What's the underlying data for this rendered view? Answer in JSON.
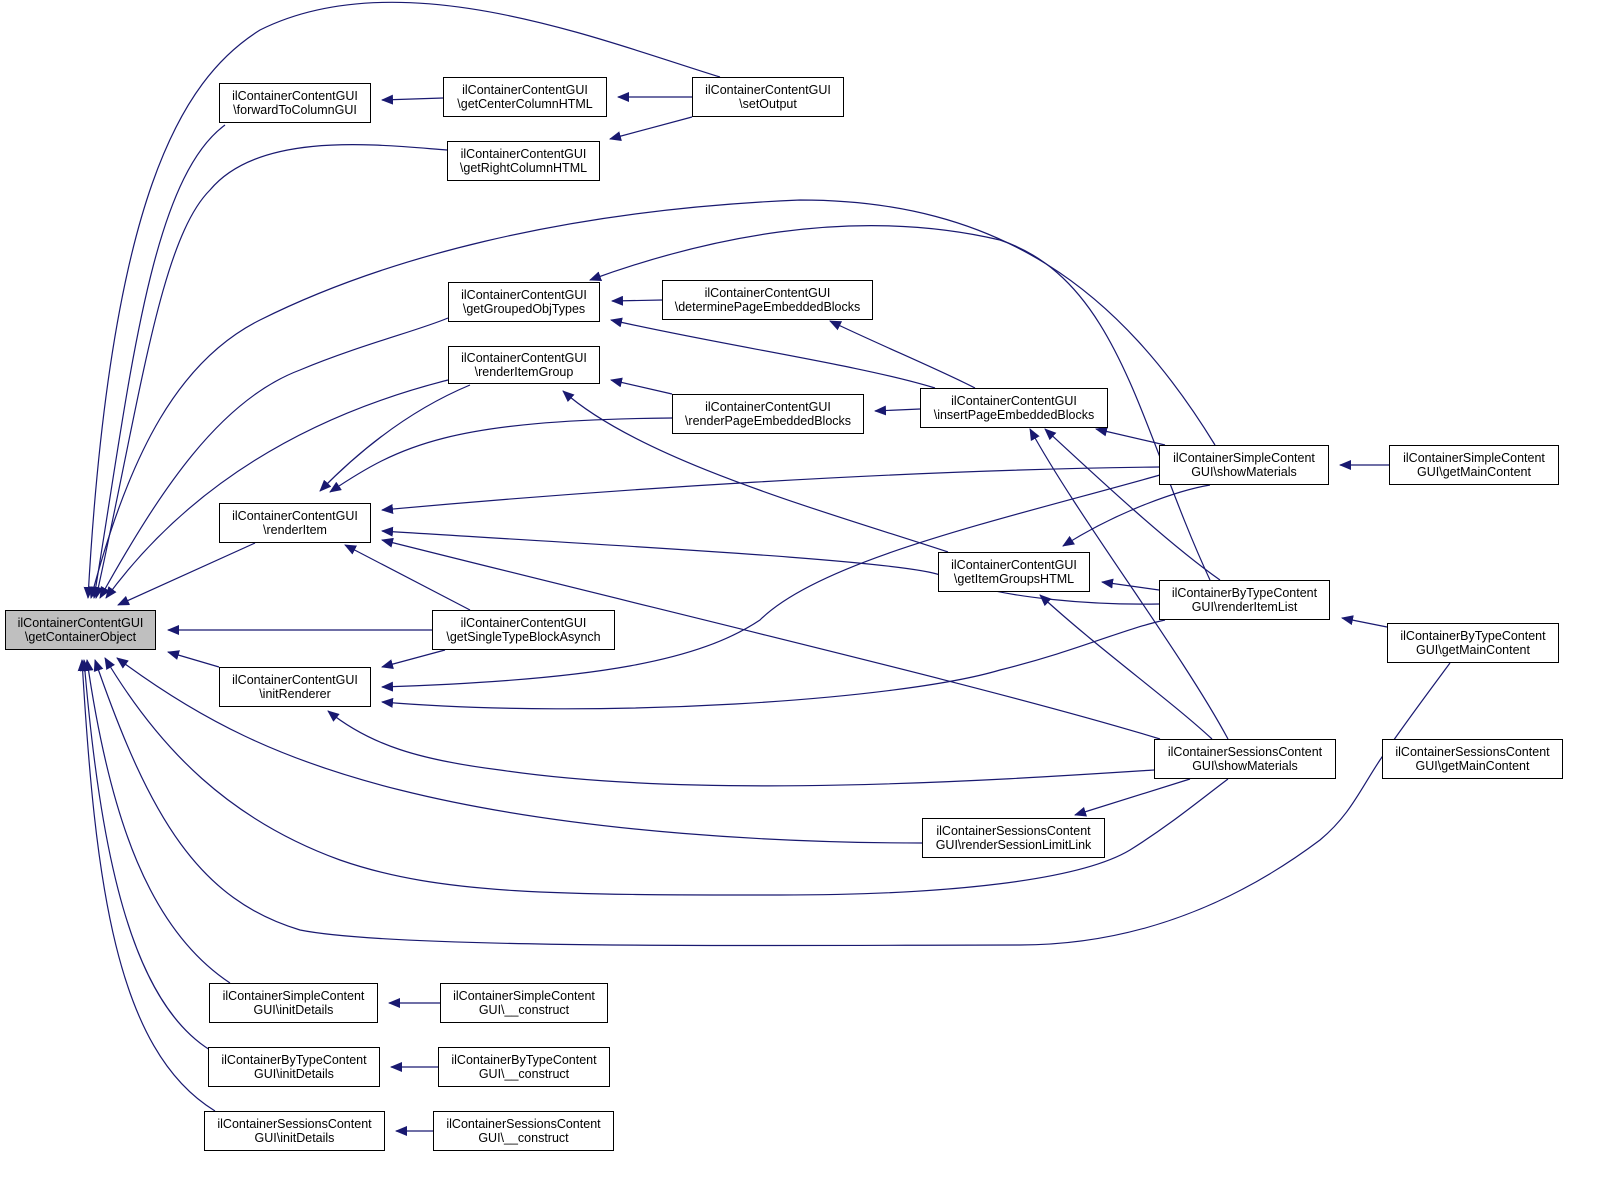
{
  "nodes": {
    "root": [
      "ilContainerContentGUI",
      "\\getContainerObject"
    ],
    "forward": [
      "ilContainerContentGUI",
      "\\forwardToColumnGUI"
    ],
    "center": [
      "ilContainerContentGUI",
      "\\getCenterColumnHTML"
    ],
    "setoutput": [
      "ilContainerContentGUI",
      "\\setOutput"
    ],
    "right": [
      "ilContainerContentGUI",
      "\\getRightColumnHTML"
    ],
    "grouped": [
      "ilContainerContentGUI",
      "\\getGroupedObjTypes"
    ],
    "determine": [
      "ilContainerContentGUI",
      "\\determinePageEmbeddedBlocks"
    ],
    "rendergroup": [
      "ilContainerContentGUI",
      "\\renderItemGroup"
    ],
    "renderpage": [
      "ilContainerContentGUI",
      "\\renderPageEmbeddedBlocks"
    ],
    "insert": [
      "ilContainerContentGUI",
      "\\insertPageEmbeddedBlocks"
    ],
    "renderitem": [
      "ilContainerContentGUI",
      "\\renderItem"
    ],
    "simpleshow": [
      "ilContainerSimpleContent",
      "GUI\\showMaterials"
    ],
    "simplemain": [
      "ilContainerSimpleContent",
      "GUI\\getMainContent"
    ],
    "itemgroups": [
      "ilContainerContentGUI",
      "\\getItemGroupsHTML"
    ],
    "bytypelist": [
      "ilContainerByTypeContent",
      "GUI\\renderItemList"
    ],
    "single": [
      "ilContainerContentGUI",
      "\\getSingleTypeBlockAsynch"
    ],
    "bytypemain": [
      "ilContainerByTypeContent",
      "GUI\\getMainContent"
    ],
    "initrenderer": [
      "ilContainerContentGUI",
      "\\initRenderer"
    ],
    "sessshow": [
      "ilContainerSessionsContent",
      "GUI\\showMaterials"
    ],
    "sessmain": [
      "ilContainerSessionsContent",
      "GUI\\getMainContent"
    ],
    "sesslimit": [
      "ilContainerSessionsContent",
      "GUI\\renderSessionLimitLink"
    ],
    "simpleinit": [
      "ilContainerSimpleContent",
      "GUI\\initDetails"
    ],
    "simplecons": [
      "ilContainerSimpleContent",
      "GUI\\__construct"
    ],
    "bytypeinit": [
      "ilContainerByTypeContent",
      "GUI\\initDetails"
    ],
    "bytypecons": [
      "ilContainerByTypeContent",
      "GUI\\__construct"
    ],
    "sessinit": [
      "ilContainerSessionsContent",
      "GUI\\initDetails"
    ],
    "sesscons": [
      "ilContainerSessionsContent",
      "GUI\\__construct"
    ]
  },
  "colors": {
    "edge": "#191970",
    "root_fill": "#bfbfbf",
    "node_border": "#000000"
  }
}
